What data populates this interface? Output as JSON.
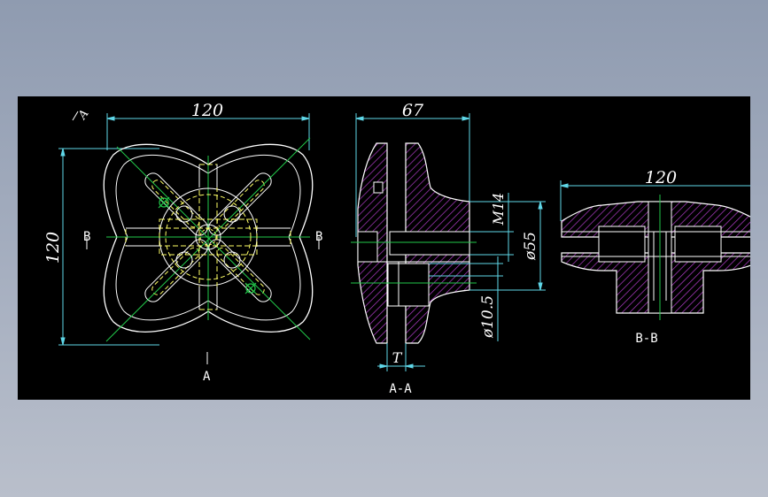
{
  "drawing": {
    "colors": {
      "background": "#000000",
      "outline": "#ffffff",
      "dimension": "#5fd7e8",
      "hidden": "#ffff66",
      "center": "#22c84a",
      "hatch": "#b03cc8"
    },
    "front_view": {
      "dim_width": "120",
      "dim_height": "120",
      "section_mark_left": "B",
      "section_mark_right": "B",
      "section_mark_bottom": "A",
      "section_mark_top": "A"
    },
    "section_aa": {
      "dim_width": "67",
      "dim_thread": "M14",
      "dim_outer_dia": "ø55",
      "dim_bore": "ø10.5",
      "dim_t": "T",
      "caption": "A-A"
    },
    "section_bb": {
      "dim_width": "120",
      "caption": "B-B"
    }
  }
}
